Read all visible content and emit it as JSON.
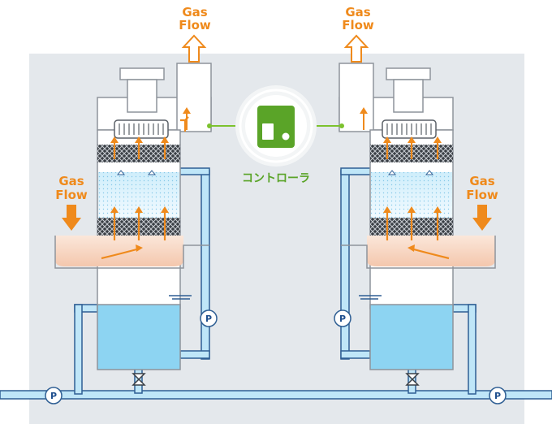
{
  "labels": {
    "gas_flow_line1": "Gas",
    "gas_flow_line2": "Flow",
    "controller": "コントローラ",
    "pump": "P"
  },
  "colors": {
    "panel": "#e4e8ec",
    "gas_arrow": "#ef8a1c",
    "controller": "#5aa428",
    "water": "#8dd4f2",
    "pipe": "#bfe6f8",
    "pipe_border": "#2f5f94",
    "inlet_gas": "#f7d3bf"
  },
  "icons": [
    "gas-outlet-arrow",
    "gas-inlet-arrow",
    "pump-icon",
    "valve-icon",
    "controller-icon",
    "spray-nozzle-icon",
    "packing-layer"
  ]
}
